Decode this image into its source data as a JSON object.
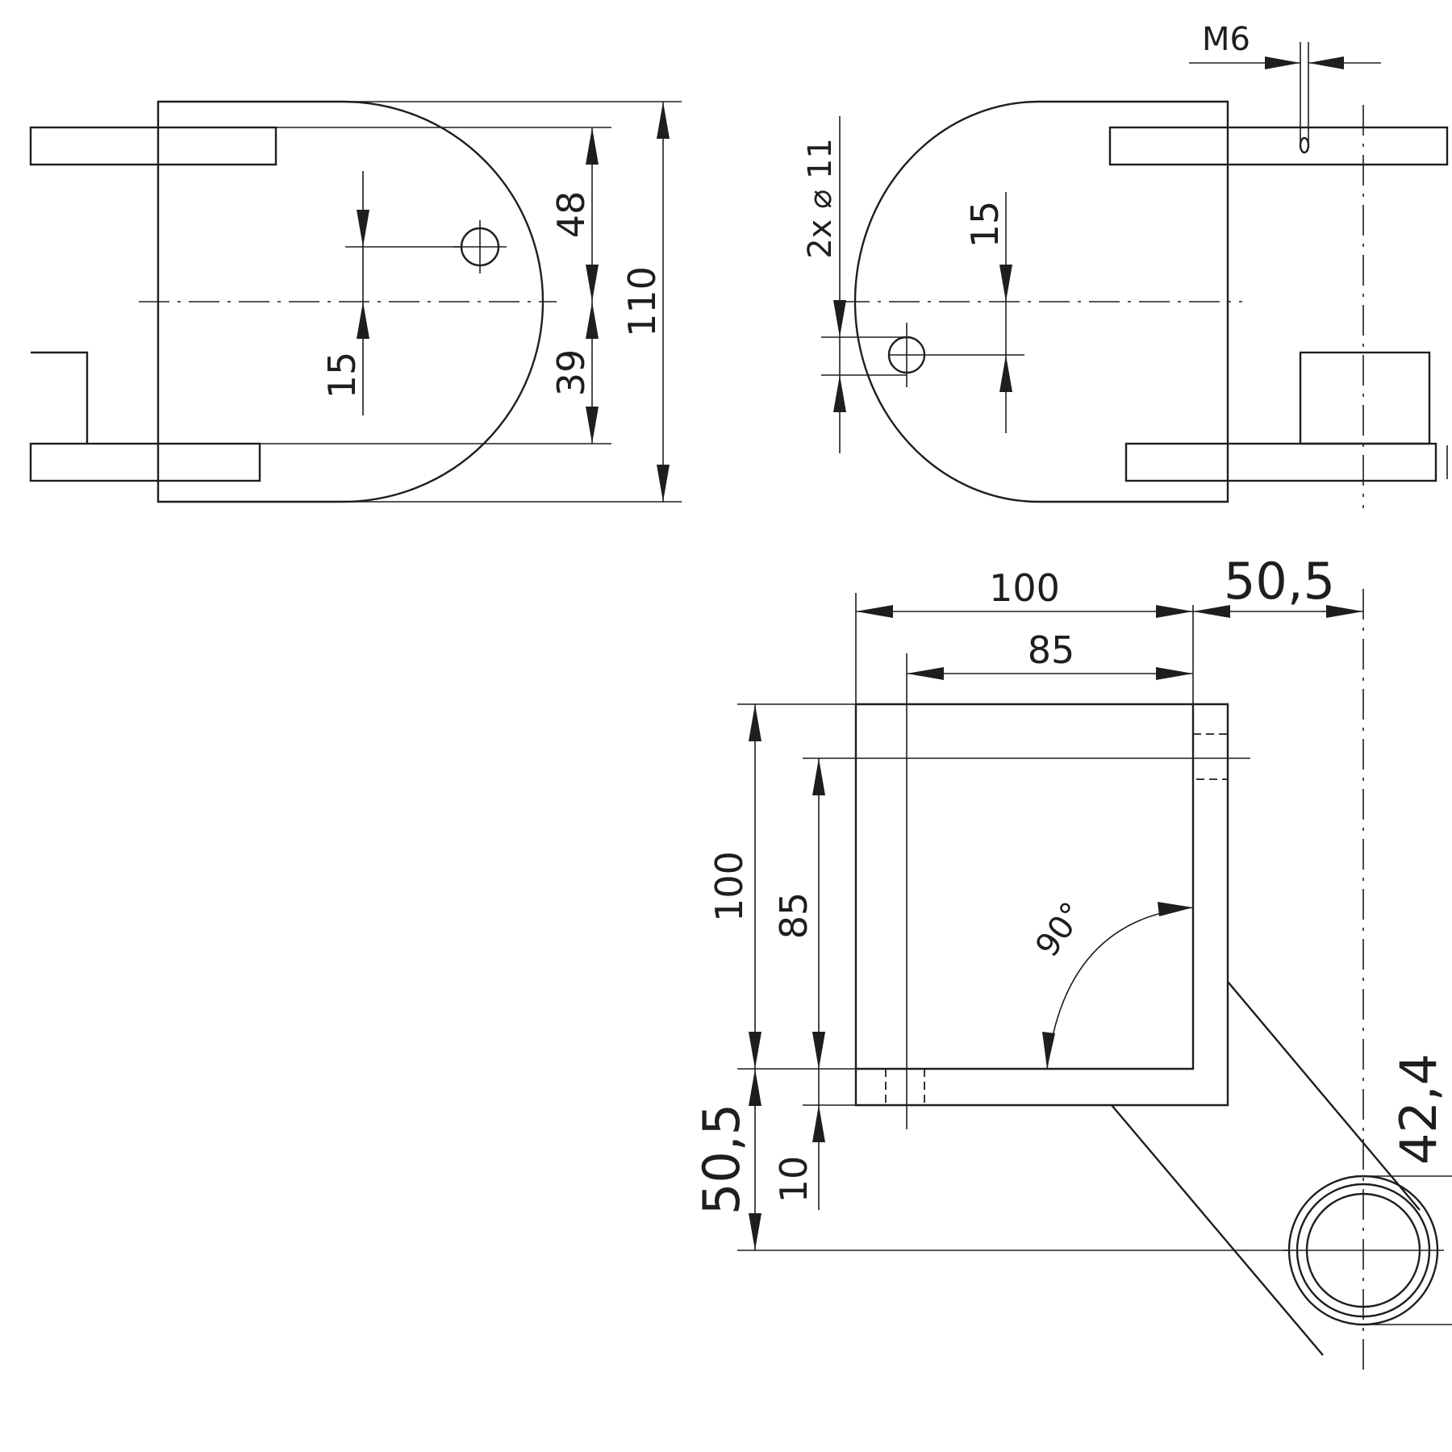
{
  "side_view_left": {
    "dim_48": "48",
    "dim_39": "39",
    "dim_110": "110",
    "dim_15": "15"
  },
  "side_view_right": {
    "thread_label": "M6",
    "hole_label": "2x ⌀ 11",
    "dim_15": "15"
  },
  "front_view": {
    "dim_100_horizontal": "100",
    "dim_85_horizontal": "85",
    "dim_50_5_horizontal": "50,5",
    "dim_100_vertical": "100",
    "dim_85_vertical": "85",
    "dim_50_5_vertical": "50,5",
    "dim_10_vertical": "10",
    "angle_label": "90°",
    "dim_42_4": "42,4"
  },
  "colors": {
    "line": "#1e1e1e",
    "background": "#ffffff"
  }
}
